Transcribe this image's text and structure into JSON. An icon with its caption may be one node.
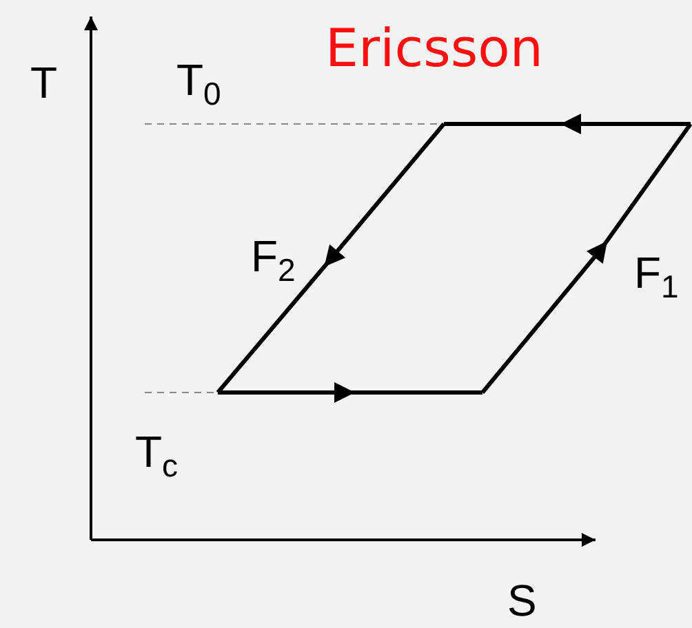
{
  "diagram": {
    "title": "Ericsson",
    "labels": [
      "T",
      "T$_{0}$",
      "F$_{2}$",
      "F$_{1}$",
      "T$_{c}$",
      "S"
    ]
  }
}
